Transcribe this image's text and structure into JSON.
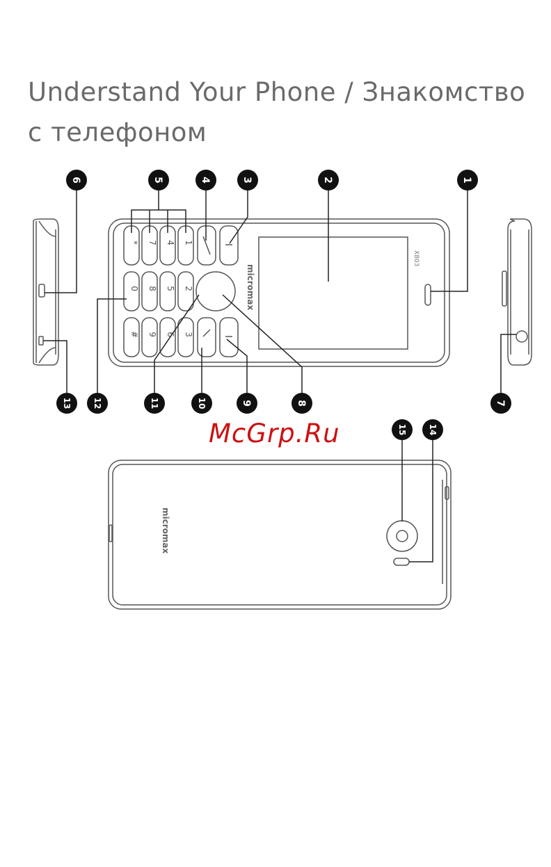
{
  "page": {
    "title_line1": "Understand Your Phone / Знакомство",
    "title_line2": "с телефоном",
    "watermark": "McGrp.Ru"
  },
  "callouts": [
    "1",
    "2",
    "3",
    "4",
    "5",
    "6",
    "7",
    "8",
    "9",
    "10",
    "11",
    "12",
    "13",
    "14",
    "15"
  ],
  "keypad": {
    "row1": [
      "1",
      "4",
      "7",
      "*"
    ],
    "row2": [
      "2",
      "5",
      "8",
      "0"
    ],
    "row3": [
      "3",
      "6",
      "9",
      "#"
    ]
  },
  "phone": {
    "brand": "micromax",
    "model": "X803"
  },
  "colors": {
    "title": "#6a6a6a",
    "line": "#555555",
    "callout_bg": "#111111",
    "watermark": "#cc1111"
  }
}
